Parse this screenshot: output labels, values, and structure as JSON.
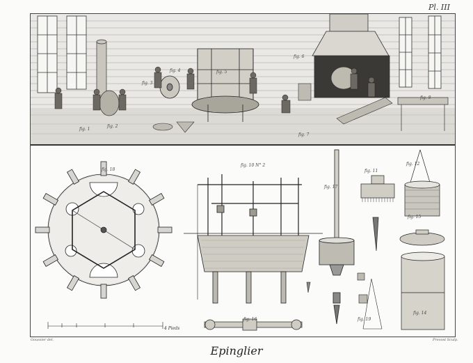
{
  "plate": {
    "number": "Pl. III",
    "title": "Epinglier",
    "engraver_left": "Goussier del.",
    "engraver_right": "Prevost Sculp."
  },
  "scale": {
    "caption": "4 Pieds"
  },
  "figures": {
    "upper": [
      "fig. 1",
      "fig. 2",
      "fig. 3",
      "fig. 4",
      "fig. 5",
      "fig. 6",
      "fig. 7",
      "fig. 8"
    ],
    "plan": "fig. 18",
    "machine": "fig. 10 N° 2",
    "post": "fig. 17",
    "comb": "fig. 11",
    "basket": "fig. 12",
    "link": "fig. 16",
    "barrel": "fig. 14",
    "wheel": "fig. 15",
    "small": "fig. 19"
  }
}
